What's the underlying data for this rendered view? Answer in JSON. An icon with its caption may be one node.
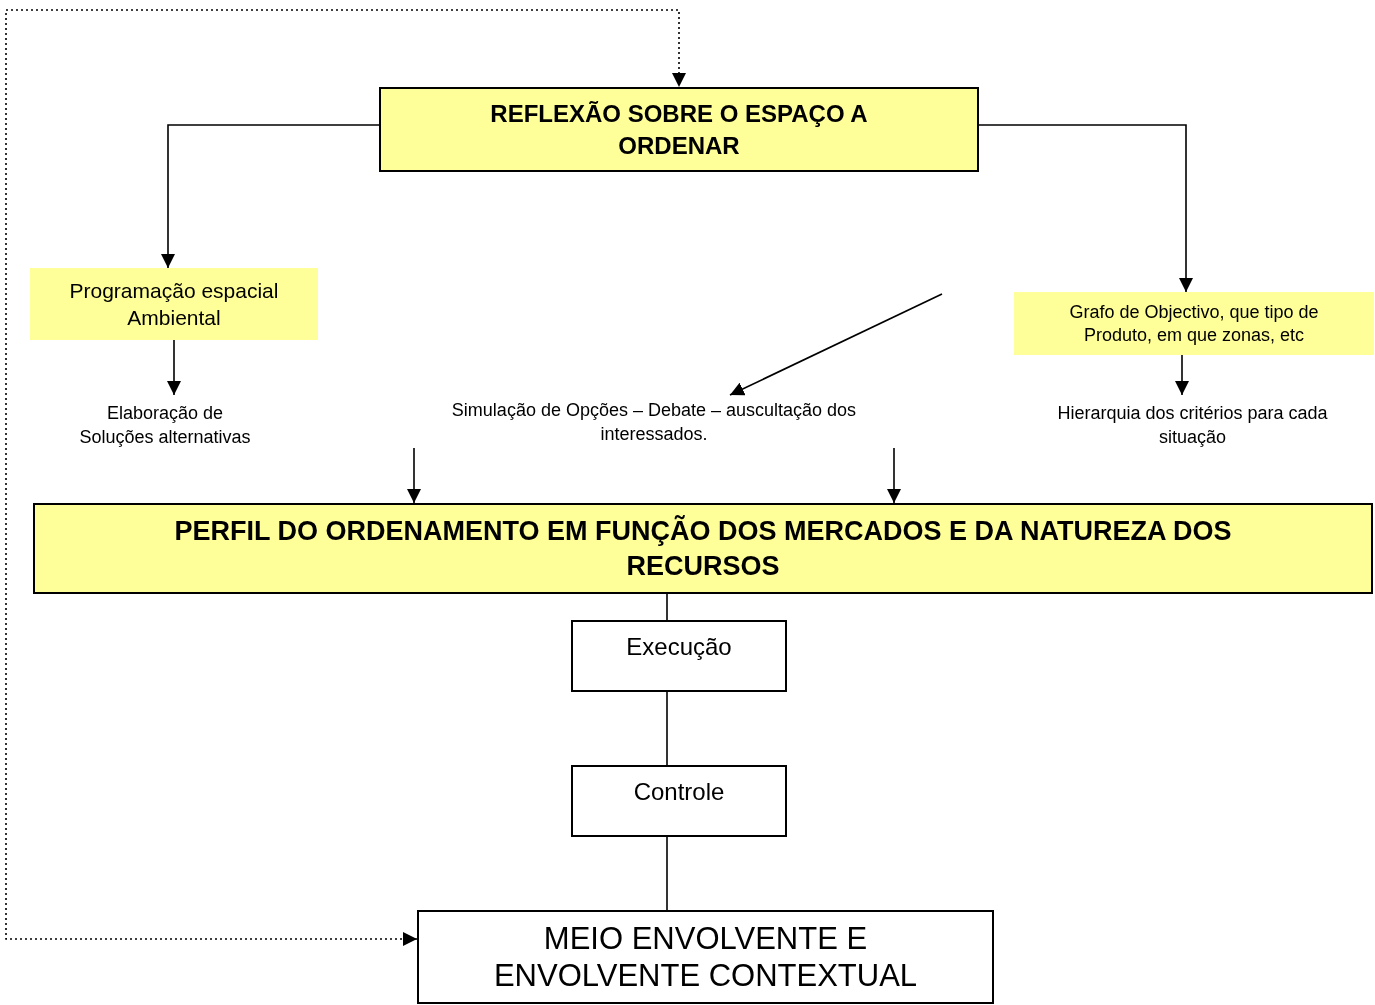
{
  "diagram": {
    "nodes": [
      {
        "text": [
          "REFLEXÃO SOBRE O ESPAÇO A ORDENAR"
        ]
      },
      {
        "text": [
          "Programação espacial Ambiental"
        ]
      },
      {
        "text": [
          "Grafo de Objectivo, que tipo de Produto, em que zonas, etc"
        ]
      },
      {
        "text": [
          "Elaboração de Soluções alternativas"
        ]
      },
      {
        "text": [
          "Simulação de Opções – Debate – auscultação dos interessados."
        ]
      },
      {
        "text": [
          "Hierarquia dos critérios para cada situação"
        ]
      },
      {
        "text": [
          "PERFIL DO ORDENAMENTO EM FUNÇÃO DOS MERCADOS E DA NATUREZA DOS RECURSOS"
        ]
      },
      {
        "text": [
          "Execução"
        ]
      },
      {
        "text": [
          "Controle"
        ]
      },
      {
        "text": [
          "MEIO ENVOLVENTE E ENVOLVENTE CONTEXTUAL"
        ]
      }
    ],
    "edges": [
      {
        "from": 0,
        "to": 1,
        "arrow": "to"
      },
      {
        "from": 0,
        "to": 2,
        "arrow": "to"
      },
      {
        "from": 1,
        "to": 3,
        "arrow": "to"
      },
      {
        "from": 2,
        "to": 5,
        "arrow": "to"
      },
      {
        "from": null,
        "to": 4,
        "arrow": "to"
      },
      {
        "from": 4,
        "to": 6,
        "arrow": "to"
      },
      {
        "from": 4,
        "to": 6,
        "arrow": "to"
      },
      {
        "from": 6,
        "to": 7,
        "arrow": "none"
      },
      {
        "from": 7,
        "to": 8,
        "arrow": "none"
      },
      {
        "from": 8,
        "to": 9,
        "arrow": "none"
      },
      {
        "from": 9,
        "to": 0,
        "arrow": "both",
        "style": "dashed"
      }
    ]
  }
}
